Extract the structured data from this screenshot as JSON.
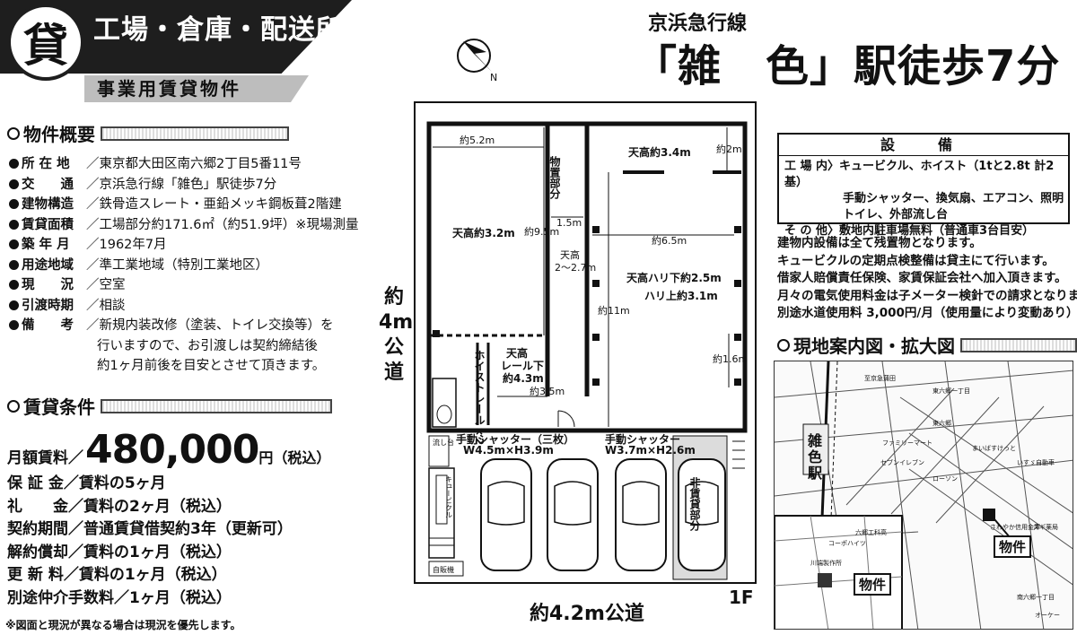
{
  "header": {
    "badge": "貸",
    "title": "工場・倉庫・配送所",
    "subtitle": "事業用賃貸物件",
    "line": "京浜急行線",
    "station": "「雑　色」駅徒歩7分"
  },
  "overview": {
    "heading": "物件概要",
    "items": [
      {
        "label": "所 在 地",
        "value": "／東京都大田区南六郷2丁目5番11号"
      },
      {
        "label": "交　　通",
        "value": "／京浜急行線「雑色」駅徒歩7分"
      },
      {
        "label": "建物構造",
        "value": "／鉄骨造スレート・亜鉛メッキ鋼板葺2階建"
      },
      {
        "label": "賃貸面積",
        "value": "／工場部分約171.6㎡（約51.9坪）※現場測量"
      },
      {
        "label": "築 年 月",
        "value": "／1962年7月"
      },
      {
        "label": "用途地域",
        "value": "／準工業地域（特別工業地区）"
      },
      {
        "label": "現　　況",
        "value": "／空室"
      },
      {
        "label": "引渡時期",
        "value": "／相談"
      },
      {
        "label": "備　　考",
        "value": "／新規内装改修（塗装、トイレ交換等）を"
      }
    ],
    "remarks_cont": [
      "行いますので、お引渡しは契約締結後",
      "約1ヶ月前後を目安とさせて頂きます。"
    ]
  },
  "terms": {
    "heading": "賃貸条件",
    "rent_label": "月額賃料／",
    "rent_value": "480,000",
    "rent_unit": "円（税込）",
    "items": [
      {
        "label": "保 証 金",
        "value": "／賃料の5ヶ月"
      },
      {
        "label": "礼　　金",
        "value": "／賃料の2ヶ月（税込）"
      },
      {
        "label": "契約期間",
        "value": "／普通賃貸借契約3年（更新可）"
      },
      {
        "label": "解約償却",
        "value": "／賃料の1ヶ月（税込）"
      },
      {
        "label": "更 新 料",
        "value": "／賃料の1ヶ月（税込）"
      },
      {
        "label": "別途仲介手数料",
        "value": "／1ヶ月（税込）"
      }
    ],
    "footnote": "※図面と現況が異なる場合は現況を優先します。"
  },
  "equipment": {
    "title": "設　備",
    "rows": [
      "工 場 内〉キュービクル、ホイスト（1tと2.8t 計2基）",
      "　　　　　手動シャッター、換気扇、エアコン、照明",
      "　　　　　トイレ、外部流し台",
      "そ の 他〉敷地内駐車場無料（普通車3台目安）"
    ]
  },
  "notes": [
    "建物内設備は全て残置物となります。",
    "キュービクルの定期点検整備は貸主にて行います。",
    "借家人賠償責任保険、家賃保証会社へ加入頂きます。",
    "月々の電気使用料金は子メーター検針での請求となります。",
    "別途水道使用料 3,000円/月（使用量により変動あり）"
  ],
  "map": {
    "heading": "現地案内図・拡大図",
    "station_label": "雑色駅",
    "property_label": "物件",
    "property_label2": "物件",
    "labels": [
      "東六郷一丁目",
      "ファミリーマート",
      "セブンイレブン",
      "まいばすけっと",
      "六郷工科高",
      "スギ薬局",
      "いすゞ自動車",
      "コーポハイツ",
      "川端製作所",
      "南六郷一丁目",
      "さわやか信用金庫",
      "ローソン",
      "オーケー",
      "東六郷",
      "至京急蒲田"
    ]
  },
  "plan": {
    "ceil_32": "天高約3.2m",
    "ceil_34": "天高約3.4m",
    "ceil_hari": "天高ハリ下約2.5m",
    "ceil_hari2": "ハリ上約3.1m",
    "ceil_small": "天高",
    "ceil_small2": "2〜2.7m",
    "storage": "物置部分",
    "hoist": "ホイストレール×2",
    "rail_1": "天高",
    "rail_2": "レール下",
    "rail_3": "約4.3m",
    "dim_52": "約5.2m",
    "dim_2": "約2m",
    "dim_95": "約9.5m",
    "dim_15": "1.5m",
    "dim_65": "約6.5m",
    "dim_11": "約11m",
    "dim_16": "約1.6m",
    "dim_35": "約3.5m",
    "shutter1": "手動シャッター（三枚）",
    "shutter1_size": "W4.5m×H3.9m",
    "shutter2": "手動シャッター",
    "shutter2_size": "W3.7m×H2.6m",
    "sink": "流し台",
    "cubicle": "キュービクル",
    "vending": "自販機",
    "nonrent": "非賃貸部分",
    "road_right": "約4m公道",
    "road_bottom": "約4.2m公道",
    "floor": "1F",
    "north": "N"
  }
}
